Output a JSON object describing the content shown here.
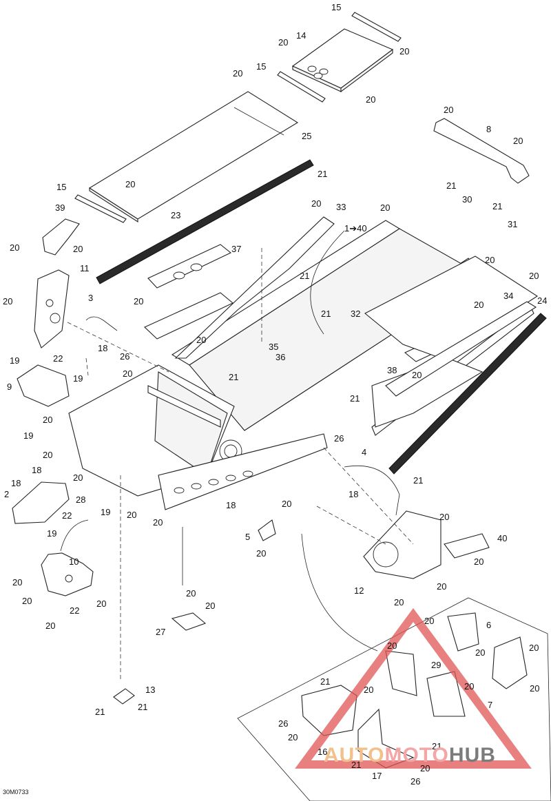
{
  "diagram": {
    "reference_code": "30M0733",
    "watermark": {
      "part1": "AUTO",
      "part2": "MOTO",
      "part3": "HUB",
      "triangle_color": "#e05555"
    },
    "callouts": [
      {
        "id": "c15a",
        "text": "15"
      },
      {
        "id": "c14",
        "text": "14"
      },
      {
        "id": "c20a",
        "text": "20"
      },
      {
        "id": "c20b",
        "text": "20"
      },
      {
        "id": "c20c",
        "text": "20"
      },
      {
        "id": "c15b",
        "text": "15"
      },
      {
        "id": "c20d",
        "text": "20"
      },
      {
        "id": "c20e",
        "text": "20"
      },
      {
        "id": "c25",
        "text": "25"
      },
      {
        "id": "c8",
        "text": "8"
      },
      {
        "id": "c20f",
        "text": "20"
      },
      {
        "id": "c21a",
        "text": "21"
      },
      {
        "id": "c15c",
        "text": "15"
      },
      {
        "id": "c20g",
        "text": "20"
      },
      {
        "id": "c39",
        "text": "39"
      },
      {
        "id": "c23",
        "text": "23"
      },
      {
        "id": "c20h",
        "text": "20"
      },
      {
        "id": "c33",
        "text": "33"
      },
      {
        "id": "c20i",
        "text": "20"
      },
      {
        "id": "c1to40",
        "text": "1➔40"
      },
      {
        "id": "c21b",
        "text": "21"
      },
      {
        "id": "c30",
        "text": "30"
      },
      {
        "id": "c21c",
        "text": "21"
      },
      {
        "id": "c31",
        "text": "31"
      },
      {
        "id": "c20j",
        "text": "20"
      },
      {
        "id": "c20k",
        "text": "20"
      },
      {
        "id": "c37",
        "text": "37"
      },
      {
        "id": "c11",
        "text": "11"
      },
      {
        "id": "c20l",
        "text": "20"
      },
      {
        "id": "c20m",
        "text": "20"
      },
      {
        "id": "c3",
        "text": "3"
      },
      {
        "id": "c20n",
        "text": "20"
      },
      {
        "id": "c21d",
        "text": "21"
      },
      {
        "id": "c21e",
        "text": "21"
      },
      {
        "id": "c32",
        "text": "32"
      },
      {
        "id": "c20o",
        "text": "20"
      },
      {
        "id": "c34",
        "text": "34"
      },
      {
        "id": "c24",
        "text": "24"
      },
      {
        "id": "c20p",
        "text": "20"
      },
      {
        "id": "c18a",
        "text": "18"
      },
      {
        "id": "c26a",
        "text": "26"
      },
      {
        "id": "c20q",
        "text": "20"
      },
      {
        "id": "c35",
        "text": "35"
      },
      {
        "id": "c36",
        "text": "36"
      },
      {
        "id": "c19a",
        "text": "19"
      },
      {
        "id": "c22a",
        "text": "22"
      },
      {
        "id": "c19b",
        "text": "19"
      },
      {
        "id": "c9",
        "text": "9"
      },
      {
        "id": "c20r",
        "text": "20"
      },
      {
        "id": "c21f",
        "text": "21"
      },
      {
        "id": "c38",
        "text": "38"
      },
      {
        "id": "c20s",
        "text": "20"
      },
      {
        "id": "c21g",
        "text": "21"
      },
      {
        "id": "c20t",
        "text": "20"
      },
      {
        "id": "c19c",
        "text": "19"
      },
      {
        "id": "c26b",
        "text": "26"
      },
      {
        "id": "c20u",
        "text": "20"
      },
      {
        "id": "c4",
        "text": "4"
      },
      {
        "id": "c21h",
        "text": "21"
      },
      {
        "id": "c18b",
        "text": "18"
      },
      {
        "id": "c2",
        "text": "2"
      },
      {
        "id": "c20v",
        "text": "20"
      },
      {
        "id": "c28",
        "text": "28"
      },
      {
        "id": "c18c",
        "text": "18"
      },
      {
        "id": "c18d",
        "text": "18"
      },
      {
        "id": "c22b",
        "text": "22"
      },
      {
        "id": "c19d",
        "text": "19"
      },
      {
        "id": "c20w",
        "text": "20"
      },
      {
        "id": "c19e",
        "text": "19"
      },
      {
        "id": "c18e",
        "text": "18"
      },
      {
        "id": "c20x",
        "text": "20"
      },
      {
        "id": "c20y",
        "text": "20"
      },
      {
        "id": "c20z",
        "text": "20"
      },
      {
        "id": "c5",
        "text": "5"
      },
      {
        "id": "c20aa",
        "text": "20"
      },
      {
        "id": "c40",
        "text": "40"
      },
      {
        "id": "c10",
        "text": "10"
      },
      {
        "id": "c20ab",
        "text": "20"
      },
      {
        "id": "c20ac",
        "text": "20"
      },
      {
        "id": "c20ad",
        "text": "20"
      },
      {
        "id": "c22c",
        "text": "22"
      },
      {
        "id": "c20ae",
        "text": "20"
      },
      {
        "id": "c12",
        "text": "12"
      },
      {
        "id": "c20af",
        "text": "20"
      },
      {
        "id": "c20ag",
        "text": "20"
      },
      {
        "id": "c20ah",
        "text": "20"
      },
      {
        "id": "c20ai",
        "text": "20"
      },
      {
        "id": "c27",
        "text": "27"
      },
      {
        "id": "c20aj",
        "text": "20"
      },
      {
        "id": "c6",
        "text": "6"
      },
      {
        "id": "c20ak",
        "text": "20"
      },
      {
        "id": "c20al",
        "text": "20"
      },
      {
        "id": "c20am",
        "text": "20"
      },
      {
        "id": "c29",
        "text": "29"
      },
      {
        "id": "c20an",
        "text": "20"
      },
      {
        "id": "c13",
        "text": "13"
      },
      {
        "id": "c21i",
        "text": "21"
      },
      {
        "id": "c21j",
        "text": "21"
      },
      {
        "id": "c21k",
        "text": "21"
      },
      {
        "id": "c20ao",
        "text": "20"
      },
      {
        "id": "c7",
        "text": "7"
      },
      {
        "id": "c20ap",
        "text": "20"
      },
      {
        "id": "c26c",
        "text": "26"
      },
      {
        "id": "c20aq",
        "text": "20"
      },
      {
        "id": "c16",
        "text": "16"
      },
      {
        "id": "c21l",
        "text": "21"
      },
      {
        "id": "c21m",
        "text": "21"
      },
      {
        "id": "c20ar",
        "text": "20"
      },
      {
        "id": "c17",
        "text": "17"
      },
      {
        "id": "c26d",
        "text": "26"
      },
      {
        "id": "c20as",
        "text": "20"
      }
    ]
  }
}
